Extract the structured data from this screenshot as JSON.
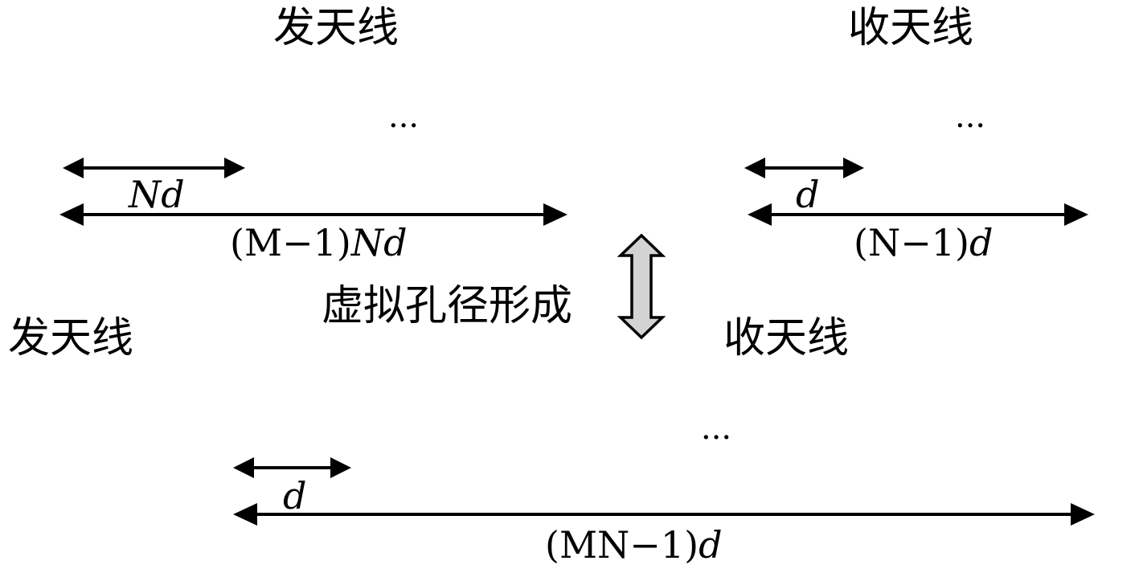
{
  "labels": {
    "top_tx_title": "发天线",
    "top_rx_title": "收天线",
    "bottom_tx_title": "发天线",
    "bottom_rx_title": "收天线",
    "virtual_aperture": "虚拟孔径形成"
  },
  "dimensions": {
    "top_tx_spacing": {
      "coef": "",
      "var": "Nd"
    },
    "top_tx_span": {
      "paren": "(M−1)",
      "var": "Nd"
    },
    "top_rx_spacing": {
      "coef": "",
      "var": "d"
    },
    "top_rx_span": {
      "paren": "(N−1)",
      "var": "d"
    },
    "bottom_spacing": {
      "coef": "",
      "var": "d"
    },
    "bottom_span": {
      "paren": "(MN−1)",
      "var": "d"
    }
  },
  "ellipsis": "···",
  "colors": {
    "stroke": "#000000",
    "double_arrow_fill": "#d3d3d3"
  },
  "icons": {
    "antenna": "antenna-icon",
    "double_arrow": "double-arrow-icon"
  }
}
